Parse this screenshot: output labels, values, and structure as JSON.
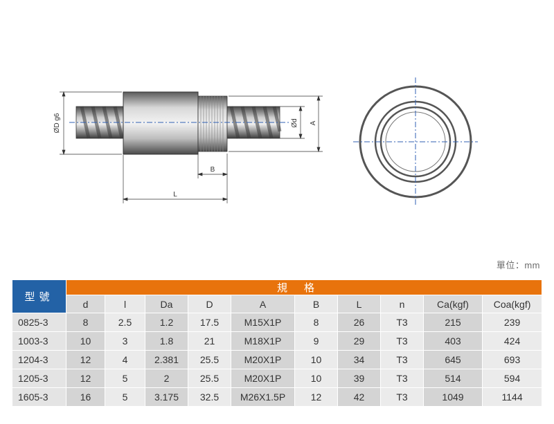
{
  "drawing": {
    "labels": {
      "outer_diameter": "ØD g6",
      "thread_dia": "Ød",
      "a": "A",
      "b": "B",
      "length": "L"
    }
  },
  "unit_label": "單位：mm",
  "table": {
    "model_header": "型號",
    "group_header": "規格",
    "columns": [
      "d",
      "l",
      "Da",
      "D",
      "A",
      "B",
      "L",
      "n",
      "Ca(kgf)",
      "Coa(kgf)"
    ],
    "rows": [
      [
        "0825-3",
        "8",
        "2.5",
        "1.2",
        "17.5",
        "M15X1P",
        "8",
        "26",
        "T3",
        "215",
        "239"
      ],
      [
        "1003-3",
        "10",
        "3",
        "1.8",
        "21",
        "M18X1P",
        "9",
        "29",
        "T3",
        "403",
        "424"
      ],
      [
        "1204-3",
        "12",
        "4",
        "2.381",
        "25.5",
        "M20X1P",
        "10",
        "34",
        "T3",
        "645",
        "693"
      ],
      [
        "1205-3",
        "12",
        "5",
        "2",
        "25.5",
        "M20X1P",
        "10",
        "39",
        "T3",
        "514",
        "594"
      ],
      [
        "1605-3",
        "16",
        "5",
        "3.175",
        "32.5",
        "M26X1.5P",
        "12",
        "42",
        "T3",
        "1049",
        "1144"
      ]
    ]
  },
  "colors": {
    "model_header_bg": "#2362a6",
    "group_header_bg": "#e8730c",
    "centerline": "#2f5fb3"
  }
}
